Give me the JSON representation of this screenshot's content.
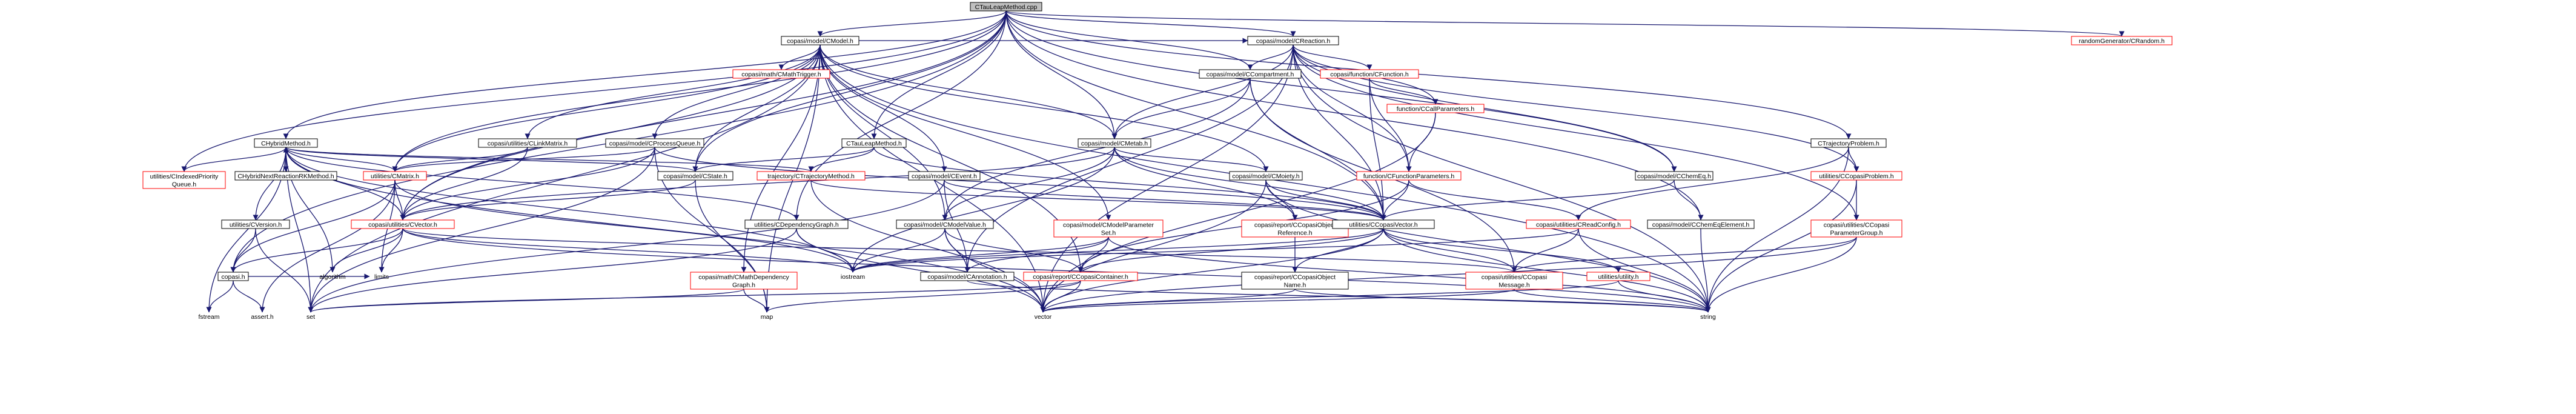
{
  "graph": {
    "nodes": [
      {
        "id": "root",
        "label": [
          "CTauLeapMethod.cpp"
        ],
        "kind": "root"
      },
      {
        "id": "cmodel",
        "label": [
          "copasi/model/CModel.h"
        ],
        "kind": "plain"
      },
      {
        "id": "rng",
        "label": [
          "randomGenerator/CRandom.h"
        ],
        "kind": "red"
      },
      {
        "id": "chybrid",
        "label": [
          "CHybridMethod.h"
        ],
        "kind": "plain"
      },
      {
        "id": "cmathtrigger",
        "label": [
          "copasi/math/CMathTrigger.h"
        ],
        "kind": "red"
      },
      {
        "id": "creaction",
        "label": [
          "copasi/model/CReaction.h"
        ],
        "kind": "plain"
      },
      {
        "id": "ccompartment",
        "label": [
          "copasi/model/CCompartment.h"
        ],
        "kind": "plain"
      },
      {
        "id": "cfunction",
        "label": [
          "copasi/function/CFunction.h"
        ],
        "kind": "red"
      },
      {
        "id": "clinkmatrix",
        "label": [
          "copasi/utilities/CLinkMatrix.h"
        ],
        "kind": "plain"
      },
      {
        "id": "cprocessqueue",
        "label": [
          "copasi/model/CProcessQueue.h"
        ],
        "kind": "plain"
      },
      {
        "id": "ctaulm_h",
        "label": [
          "CTauLeapMethod.h"
        ],
        "kind": "plain"
      },
      {
        "id": "cmetab",
        "label": [
          "copasi/model/CMetab.h"
        ],
        "kind": "plain"
      },
      {
        "id": "ccallparams",
        "label": [
          "function/CCallParameters.h"
        ],
        "kind": "red"
      },
      {
        "id": "ctrajproblem",
        "label": [
          "CTrajectoryProblem.h"
        ],
        "kind": "plain"
      },
      {
        "id": "cindexedpq",
        "label": [
          "utilities/CIndexedPriority",
          "Queue.h"
        ],
        "kind": "red"
      },
      {
        "id": "chybridnext",
        "label": [
          "CHybridNextReactionRKMethod.h"
        ],
        "kind": "plain"
      },
      {
        "id": "cmatrix",
        "label": [
          "utilities/CMatrix.h"
        ],
        "kind": "red"
      },
      {
        "id": "cstate",
        "label": [
          "copasi/model/CState.h"
        ],
        "kind": "plain"
      },
      {
        "id": "ctrajmethod",
        "label": [
          "trajectory/CTrajectoryMethod.h"
        ],
        "kind": "red"
      },
      {
        "id": "cevent",
        "label": [
          "copasi/model/CEvent.h"
        ],
        "kind": "plain"
      },
      {
        "id": "cfuncparams",
        "label": [
          "function/CFunctionParameters.h"
        ],
        "kind": "red"
      },
      {
        "id": "cmoiety",
        "label": [
          "copasi/model/CMoiety.h"
        ],
        "kind": "plain"
      },
      {
        "id": "cchemeq",
        "label": [
          "copasi/model/CChemEq.h"
        ],
        "kind": "plain"
      },
      {
        "id": "ccopasiproblem",
        "label": [
          "utilities/CCopasiProblem.h"
        ],
        "kind": "red"
      },
      {
        "id": "cversion",
        "label": [
          "utilities/CVersion.h"
        ],
        "kind": "plain"
      },
      {
        "id": "cvector",
        "label": [
          "copasi/utilities/CVector.h"
        ],
        "kind": "red"
      },
      {
        "id": "cdepgraph",
        "label": [
          "utilities/CDependencyGraph.h"
        ],
        "kind": "plain"
      },
      {
        "id": "cmodelvalue",
        "label": [
          "copasi/model/CModelValue.h"
        ],
        "kind": "plain"
      },
      {
        "id": "cmodelparamset",
        "label": [
          "copasi/model/CModelParameter",
          "Set.h"
        ],
        "kind": "red"
      },
      {
        "id": "cobjref",
        "label": [
          "copasi/report/CCopasiObject",
          "Reference.h"
        ],
        "kind": "red"
      },
      {
        "id": "ccopasivector",
        "label": [
          "utilities/CCopasiVector.h"
        ],
        "kind": "plain"
      },
      {
        "id": "cchemeqelem",
        "label": [
          "copasi/model/CChemEqElement.h"
        ],
        "kind": "plain"
      },
      {
        "id": "creadconfig",
        "label": [
          "copasi/utilities/CReadConfig.h"
        ],
        "kind": "red"
      },
      {
        "id": "cparamgroup",
        "label": [
          "copasi/utilities/CCopasi",
          "ParameterGroup.h"
        ],
        "kind": "red"
      },
      {
        "id": "copasi_h",
        "label": [
          "copasi.h"
        ],
        "kind": "plain"
      },
      {
        "id": "algorithm",
        "label": [
          "algorithm"
        ],
        "kind": "sys"
      },
      {
        "id": "limits",
        "label": [
          "limits"
        ],
        "kind": "sys"
      },
      {
        "id": "cmathdepgraph",
        "label": [
          "copasi/math/CMathDependency",
          "Graph.h"
        ],
        "kind": "red"
      },
      {
        "id": "iostream",
        "label": [
          "iostream"
        ],
        "kind": "sys"
      },
      {
        "id": "cannotation",
        "label": [
          "copasi/model/CAnnotation.h"
        ],
        "kind": "plain"
      },
      {
        "id": "ccontainer",
        "label": [
          "copasi/report/CCopasiContainer.h"
        ],
        "kind": "red"
      },
      {
        "id": "cobjname",
        "label": [
          "copasi/report/CCopasiObject",
          "Name.h"
        ],
        "kind": "plain"
      },
      {
        "id": "cmessage",
        "label": [
          "copasi/utilities/CCopasi",
          "Message.h"
        ],
        "kind": "red"
      },
      {
        "id": "utility",
        "label": [
          "utilities/utility.h"
        ],
        "kind": "red"
      },
      {
        "id": "fstream",
        "label": [
          "fstream"
        ],
        "kind": "sys"
      },
      {
        "id": "assert",
        "label": [
          "assert.h"
        ],
        "kind": "sys"
      },
      {
        "id": "set",
        "label": [
          "set"
        ],
        "kind": "sys"
      },
      {
        "id": "map",
        "label": [
          "map"
        ],
        "kind": "sys"
      },
      {
        "id": "vector",
        "label": [
          "vector"
        ],
        "kind": "sys"
      },
      {
        "id": "string",
        "label": [
          "string"
        ],
        "kind": "sys"
      }
    ],
    "edges": [
      [
        "root",
        "cmodel"
      ],
      [
        "root",
        "rng"
      ],
      [
        "root",
        "chybrid"
      ],
      [
        "root",
        "ctaulm_h"
      ],
      [
        "root",
        "cmetab"
      ],
      [
        "root",
        "ccompartment"
      ],
      [
        "root",
        "creaction"
      ],
      [
        "root",
        "ctrajproblem"
      ],
      [
        "root",
        "cindexedpq"
      ],
      [
        "root",
        "copasi_h"
      ],
      [
        "root",
        "cmatrix"
      ],
      [
        "root",
        "cstate"
      ],
      [
        "root",
        "cdepgraph"
      ],
      [
        "root",
        "cchemeq"
      ],
      [
        "root",
        "cchemeqelem"
      ],
      [
        "root",
        "cvector"
      ],
      [
        "root",
        "ccopasivector"
      ],
      [
        "cmodel",
        "cmathtrigger"
      ],
      [
        "cmodel",
        "creaction"
      ],
      [
        "cmodel",
        "clinkmatrix"
      ],
      [
        "cmodel",
        "cprocessqueue"
      ],
      [
        "cmodel",
        "cmetab"
      ],
      [
        "cmodel",
        "cstate"
      ],
      [
        "cmodel",
        "cevent"
      ],
      [
        "cmodel",
        "cmatrix"
      ],
      [
        "cmodel",
        "cvector"
      ],
      [
        "cmodel",
        "cmodelvalue"
      ],
      [
        "cmodel",
        "cmodelparamset"
      ],
      [
        "cmodel",
        "cmathdepgraph"
      ],
      [
        "cmodel",
        "cmoiety"
      ],
      [
        "cmodel",
        "ccontainer"
      ],
      [
        "cmodel",
        "set"
      ],
      [
        "cmodel",
        "map"
      ],
      [
        "cmodel",
        "vector"
      ],
      [
        "cmodel",
        "string"
      ],
      [
        "creaction",
        "ccompartment"
      ],
      [
        "creaction",
        "cfunction"
      ],
      [
        "creaction",
        "ccallparams"
      ],
      [
        "creaction",
        "cfuncparams"
      ],
      [
        "creaction",
        "cchemeq"
      ],
      [
        "creaction",
        "ccopasivector"
      ],
      [
        "creaction",
        "ccopasiproblem"
      ],
      [
        "creaction",
        "cparamgroup"
      ],
      [
        "creaction",
        "vector"
      ],
      [
        "creaction",
        "string"
      ],
      [
        "creaction",
        "cannotation"
      ],
      [
        "creaction",
        "cmetab"
      ],
      [
        "ccompartment",
        "cmetab"
      ],
      [
        "ccompartment",
        "ccopasivector"
      ],
      [
        "ccompartment",
        "cmodelvalue"
      ],
      [
        "ccompartment",
        "cmessage"
      ],
      [
        "cfunction",
        "ccallparams"
      ],
      [
        "cfunction",
        "cfuncparams"
      ],
      [
        "cfunction",
        "ccopasivector"
      ],
      [
        "ccallparams",
        "cfuncparams"
      ],
      [
        "ccallparams",
        "vector"
      ],
      [
        "cfuncparams",
        "ccopasivector"
      ],
      [
        "cfuncparams",
        "ccontainer"
      ],
      [
        "cfuncparams",
        "creadconfig"
      ],
      [
        "clinkmatrix",
        "cmatrix"
      ],
      [
        "clinkmatrix",
        "cvector"
      ],
      [
        "cprocessqueue",
        "cmatrix"
      ],
      [
        "cprocessqueue",
        "cvector"
      ],
      [
        "cprocessqueue",
        "set"
      ],
      [
        "cprocessqueue",
        "map"
      ],
      [
        "cprocessqueue",
        "ccopasivector"
      ],
      [
        "ctaulm_h",
        "cstate"
      ],
      [
        "ctaulm_h",
        "ctrajmethod"
      ],
      [
        "ctaulm_h",
        "ccopasivector"
      ],
      [
        "cmetab",
        "cmodelvalue"
      ],
      [
        "cmetab",
        "cmoiety"
      ],
      [
        "cmetab",
        "cobjref"
      ],
      [
        "cmetab",
        "iostream"
      ],
      [
        "cmetab",
        "cvector"
      ],
      [
        "cmetab",
        "ccopasivector"
      ],
      [
        "ctrajproblem",
        "ccopasiproblem"
      ],
      [
        "ctrajproblem",
        "creadconfig"
      ],
      [
        "ctrajproblem",
        "string"
      ],
      [
        "chybrid",
        "cindexedpq"
      ],
      [
        "chybrid",
        "chybridnext"
      ],
      [
        "chybrid",
        "cmatrix"
      ],
      [
        "chybrid",
        "cstate"
      ],
      [
        "chybrid",
        "ctrajmethod"
      ],
      [
        "chybrid",
        "cversion"
      ],
      [
        "chybrid",
        "cdepgraph"
      ],
      [
        "chybrid",
        "cvector"
      ],
      [
        "chybrid",
        "iostream"
      ],
      [
        "chybrid",
        "fstream"
      ],
      [
        "chybrid",
        "set"
      ],
      [
        "chybrid",
        "vector"
      ],
      [
        "chybrid",
        "algorithm"
      ],
      [
        "chybridnext",
        "chybrid"
      ],
      [
        "cmatrix",
        "cvector"
      ],
      [
        "cmatrix",
        "copasi_h"
      ],
      [
        "cmatrix",
        "assert"
      ],
      [
        "cmatrix",
        "limits"
      ],
      [
        "cmatrix",
        "iostream"
      ],
      [
        "cstate",
        "cvector"
      ],
      [
        "cstate",
        "map"
      ],
      [
        "ctrajmethod",
        "ccopasivector"
      ],
      [
        "ctrajmethod",
        "vector"
      ],
      [
        "cevent",
        "ccopasivector"
      ],
      [
        "cevent",
        "cannotation"
      ],
      [
        "cevent",
        "set"
      ],
      [
        "cmoiety",
        "ccopasivector"
      ],
      [
        "cmoiety",
        "cobjref"
      ],
      [
        "cmoiety",
        "vector"
      ],
      [
        "cmoiety",
        "string"
      ],
      [
        "cchemeq",
        "cchemeqelem"
      ],
      [
        "cchemeq",
        "ccopasivector"
      ],
      [
        "ccopasiproblem",
        "cparamgroup"
      ],
      [
        "ccopasiproblem",
        "string"
      ],
      [
        "cversion",
        "copasi_h"
      ],
      [
        "cversion",
        "set"
      ],
      [
        "cvector",
        "copasi_h"
      ],
      [
        "cvector",
        "algorithm"
      ],
      [
        "cvector",
        "limits"
      ],
      [
        "cvector",
        "iostream"
      ],
      [
        "cvector",
        "cmessage"
      ],
      [
        "cvector",
        "string"
      ],
      [
        "cdepgraph",
        "iostream"
      ],
      [
        "cdepgraph",
        "vector"
      ],
      [
        "cdepgraph",
        "set"
      ],
      [
        "cmodelvalue",
        "cannotation"
      ],
      [
        "cmodelvalue",
        "ccontainer"
      ],
      [
        "cmodelvalue",
        "iostream"
      ],
      [
        "cmodelvalue",
        "vector"
      ],
      [
        "cmodelparamset",
        "ccontainer"
      ],
      [
        "cmodelparamset",
        "iostream"
      ],
      [
        "cmodelparamset",
        "cannotation"
      ],
      [
        "cmodelparamset",
        "string"
      ],
      [
        "cobjref",
        "cobjname"
      ],
      [
        "ccopasivector",
        "cmessage"
      ],
      [
        "ccopasivector",
        "utility"
      ],
      [
        "ccopasivector",
        "ccontainer"
      ],
      [
        "ccopasivector",
        "cobjname"
      ],
      [
        "ccopasivector",
        "iostream"
      ],
      [
        "ccopasivector",
        "vector"
      ],
      [
        "ccopasivector",
        "string"
      ],
      [
        "cchemeqelem",
        "string"
      ],
      [
        "creadconfig",
        "cmessage"
      ],
      [
        "creadconfig",
        "string"
      ],
      [
        "creadconfig",
        "iostream"
      ],
      [
        "cparamgroup",
        "cmessage"
      ],
      [
        "cparamgroup",
        "string"
      ],
      [
        "cparamgroup",
        "vector"
      ],
      [
        "copasi_h",
        "fstream"
      ],
      [
        "copasi_h",
        "assert"
      ],
      [
        "copasi_h",
        "limits"
      ],
      [
        "cmathdepgraph",
        "map"
      ],
      [
        "cmathdepgraph",
        "set"
      ],
      [
        "cannotation",
        "string"
      ],
      [
        "ccontainer",
        "map"
      ],
      [
        "ccontainer",
        "vector"
      ],
      [
        "ccontainer",
        "set"
      ],
      [
        "cobjname",
        "string"
      ],
      [
        "cobjname",
        "vector"
      ],
      [
        "cmessage",
        "string"
      ],
      [
        "cmessage",
        "vector"
      ],
      [
        "utility",
        "string"
      ],
      [
        "utility",
        "vector"
      ]
    ]
  }
}
